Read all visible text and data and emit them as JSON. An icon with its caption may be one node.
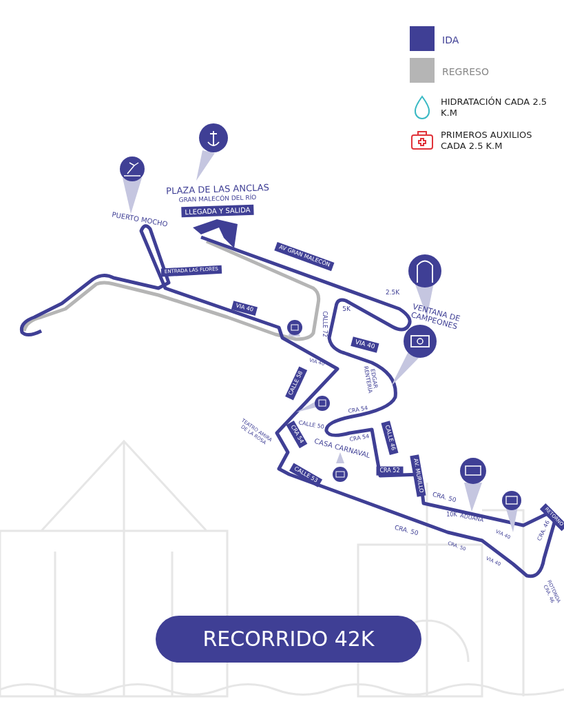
{
  "diagram": {
    "title": "RECORRIDO 42K",
    "labels": [
      "PLAZA DE LAS ANCLAS",
      "GRAN MALECÓN DEL RÍO",
      "LLEGADA Y SALIDA",
      "PUERTO MOCHO",
      "AV GRAN MALECÓN",
      "ENTRADA LAS FLORES",
      "2.5K",
      "VENTANA DE CAMPEONES",
      "5K",
      "CALLE 72",
      "VIA 40",
      "VIA 40",
      "VIA 40",
      "EDGAR RENTERÍA",
      "CALLE 58",
      "CRA 54",
      "CALLE 50",
      "CRA 54",
      "CALLE 46",
      "CRA 54",
      "TEATRO AMIRA DE LA ROSA",
      "CASA CARNAVAL",
      "CRA 52",
      "CALLE 53",
      "AV. MURILLO",
      "CRA. 50",
      "10K",
      "ADUANA",
      "CRA. 50",
      "VIA 40",
      "VIA 40",
      "CRA. 50",
      "RETORNO",
      "CRA. 46",
      "ROTONDA CRA. 46"
    ],
    "legend": [
      {
        "text": "IDA",
        "color": "#3f3f95"
      },
      {
        "text": "REGRESO",
        "color": "#b5b5b5"
      },
      {
        "text": "HIDRATACIÓN CADA 2.5 K.M"
      },
      {
        "text": "PRIMEROS AUXILIOS CADA 2.5 K.M"
      }
    ]
  }
}
